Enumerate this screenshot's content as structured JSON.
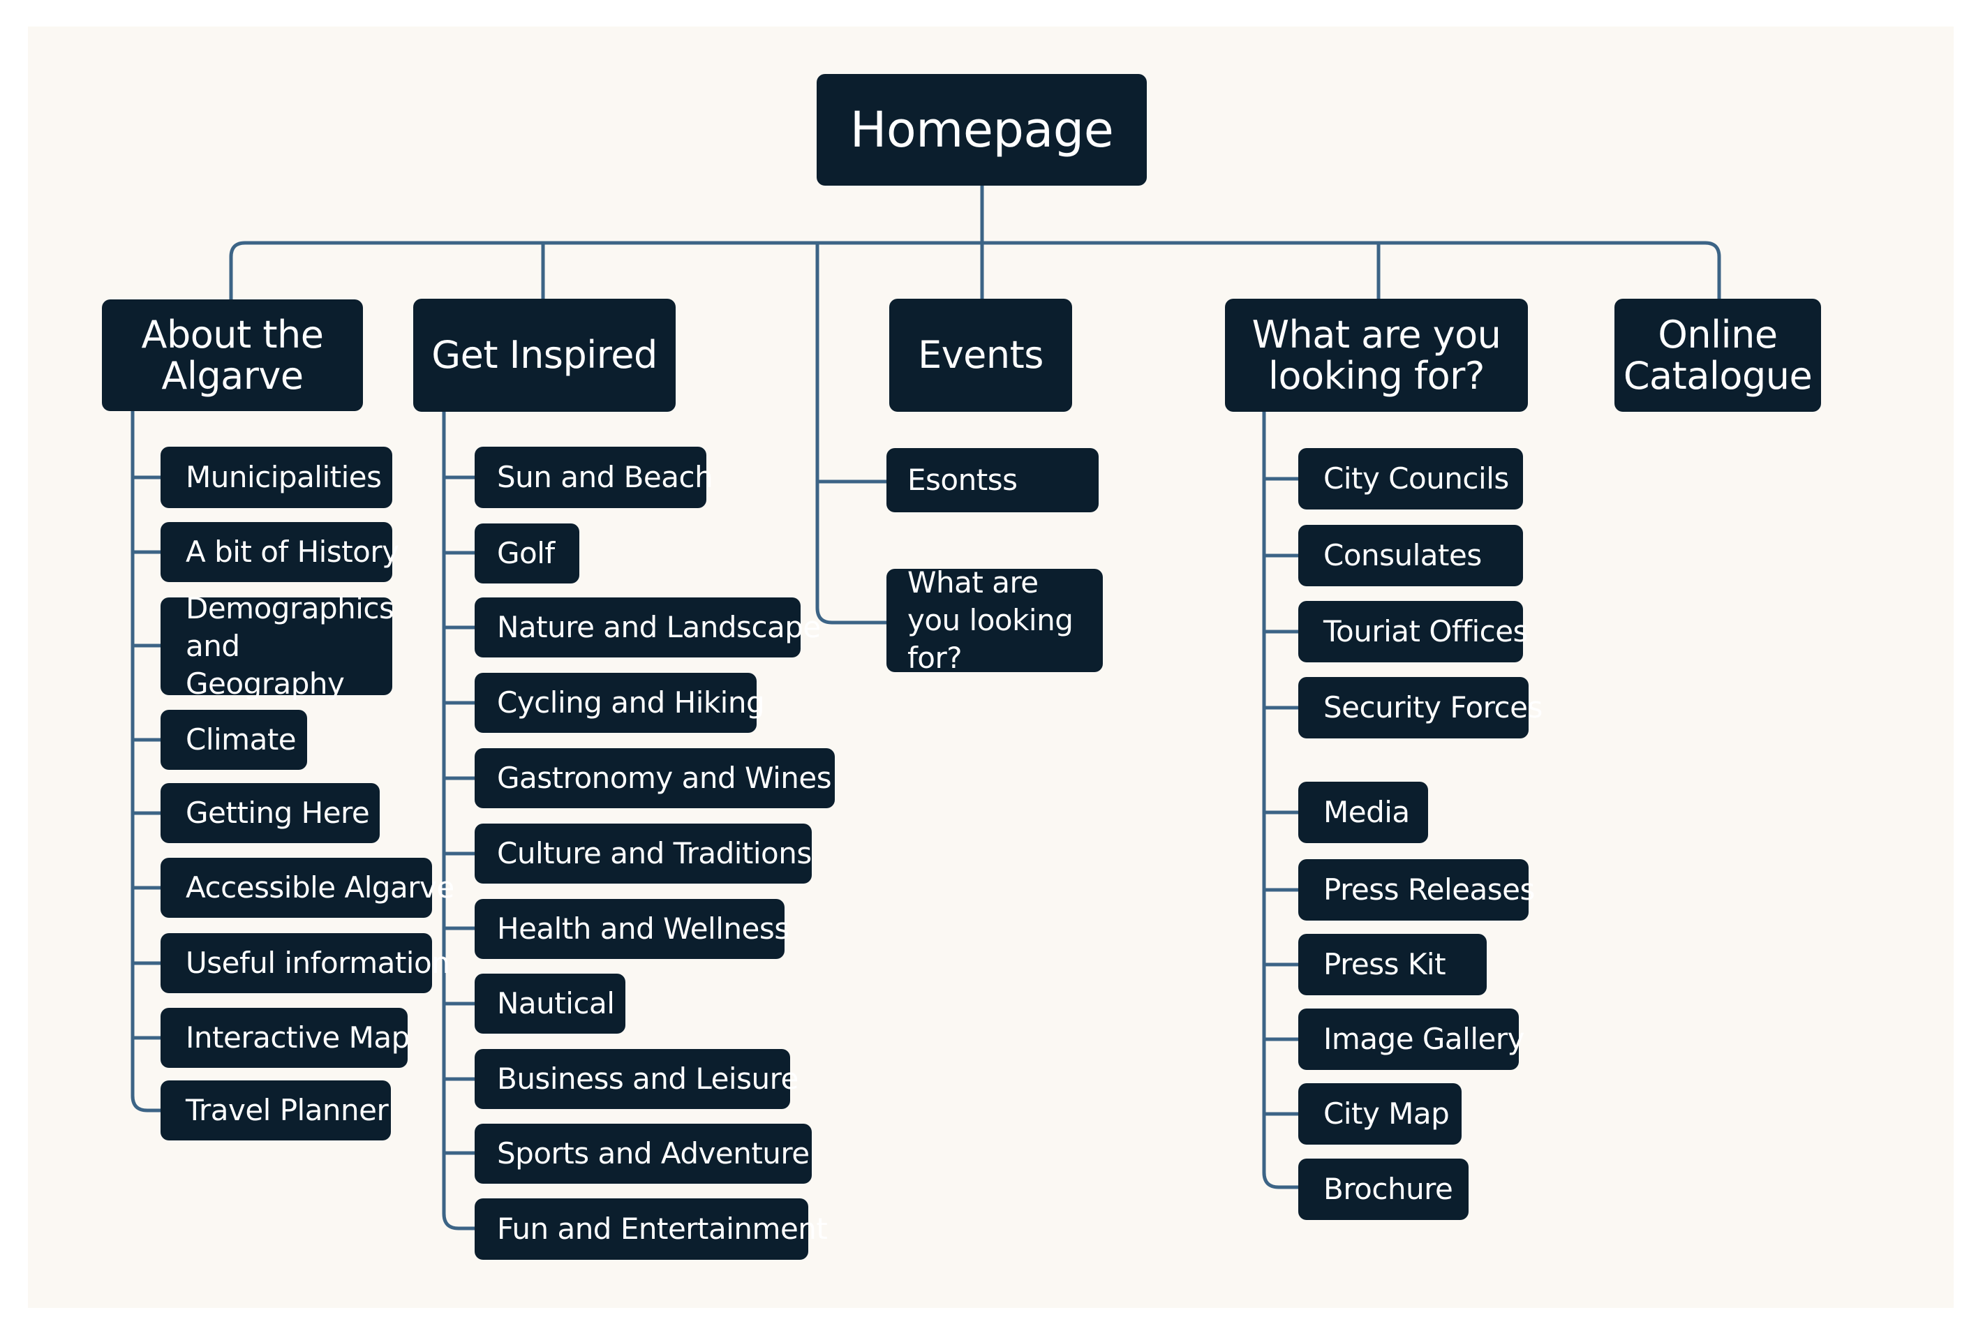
{
  "root": {
    "label": "Homepage"
  },
  "sections": [
    {
      "id": "about",
      "label": "About the Algarve",
      "items": [
        "Municipalities",
        "A bit of History",
        "Demographics and Geography",
        "Climate",
        "Getting Here",
        "Accessible Algarve",
        "Useful information",
        "Interactive Map",
        "Travel Planner"
      ]
    },
    {
      "id": "inspired",
      "label": "Get Inspired",
      "items": [
        "Sun and Beach",
        "Golf",
        "Nature and Landscape",
        "Cycling and Hiking",
        "Gastronomy and Wines",
        "Culture and Traditions",
        "Health and Wellness",
        "Nautical",
        "Business and Leisure",
        "Sports and Adventure",
        "Fun and Entertainment"
      ]
    },
    {
      "id": "events",
      "label": "Events",
      "items": [
        "Esontss",
        "What are you looking for?"
      ]
    },
    {
      "id": "looking",
      "label": "What are you looking for?",
      "items": [
        "City Councils",
        "Consulates",
        "Touriat Offices",
        "Security Forces",
        "Media",
        "Press Releases",
        "Press Kit",
        "Image Gallery",
        "City Map",
        "Brochure"
      ]
    },
    {
      "id": "catalogue",
      "label": "Online Catalogue",
      "items": []
    }
  ],
  "colors": {
    "node": "#0b1e2d",
    "connector": "#3c6486",
    "background": "#fbf8f3"
  }
}
